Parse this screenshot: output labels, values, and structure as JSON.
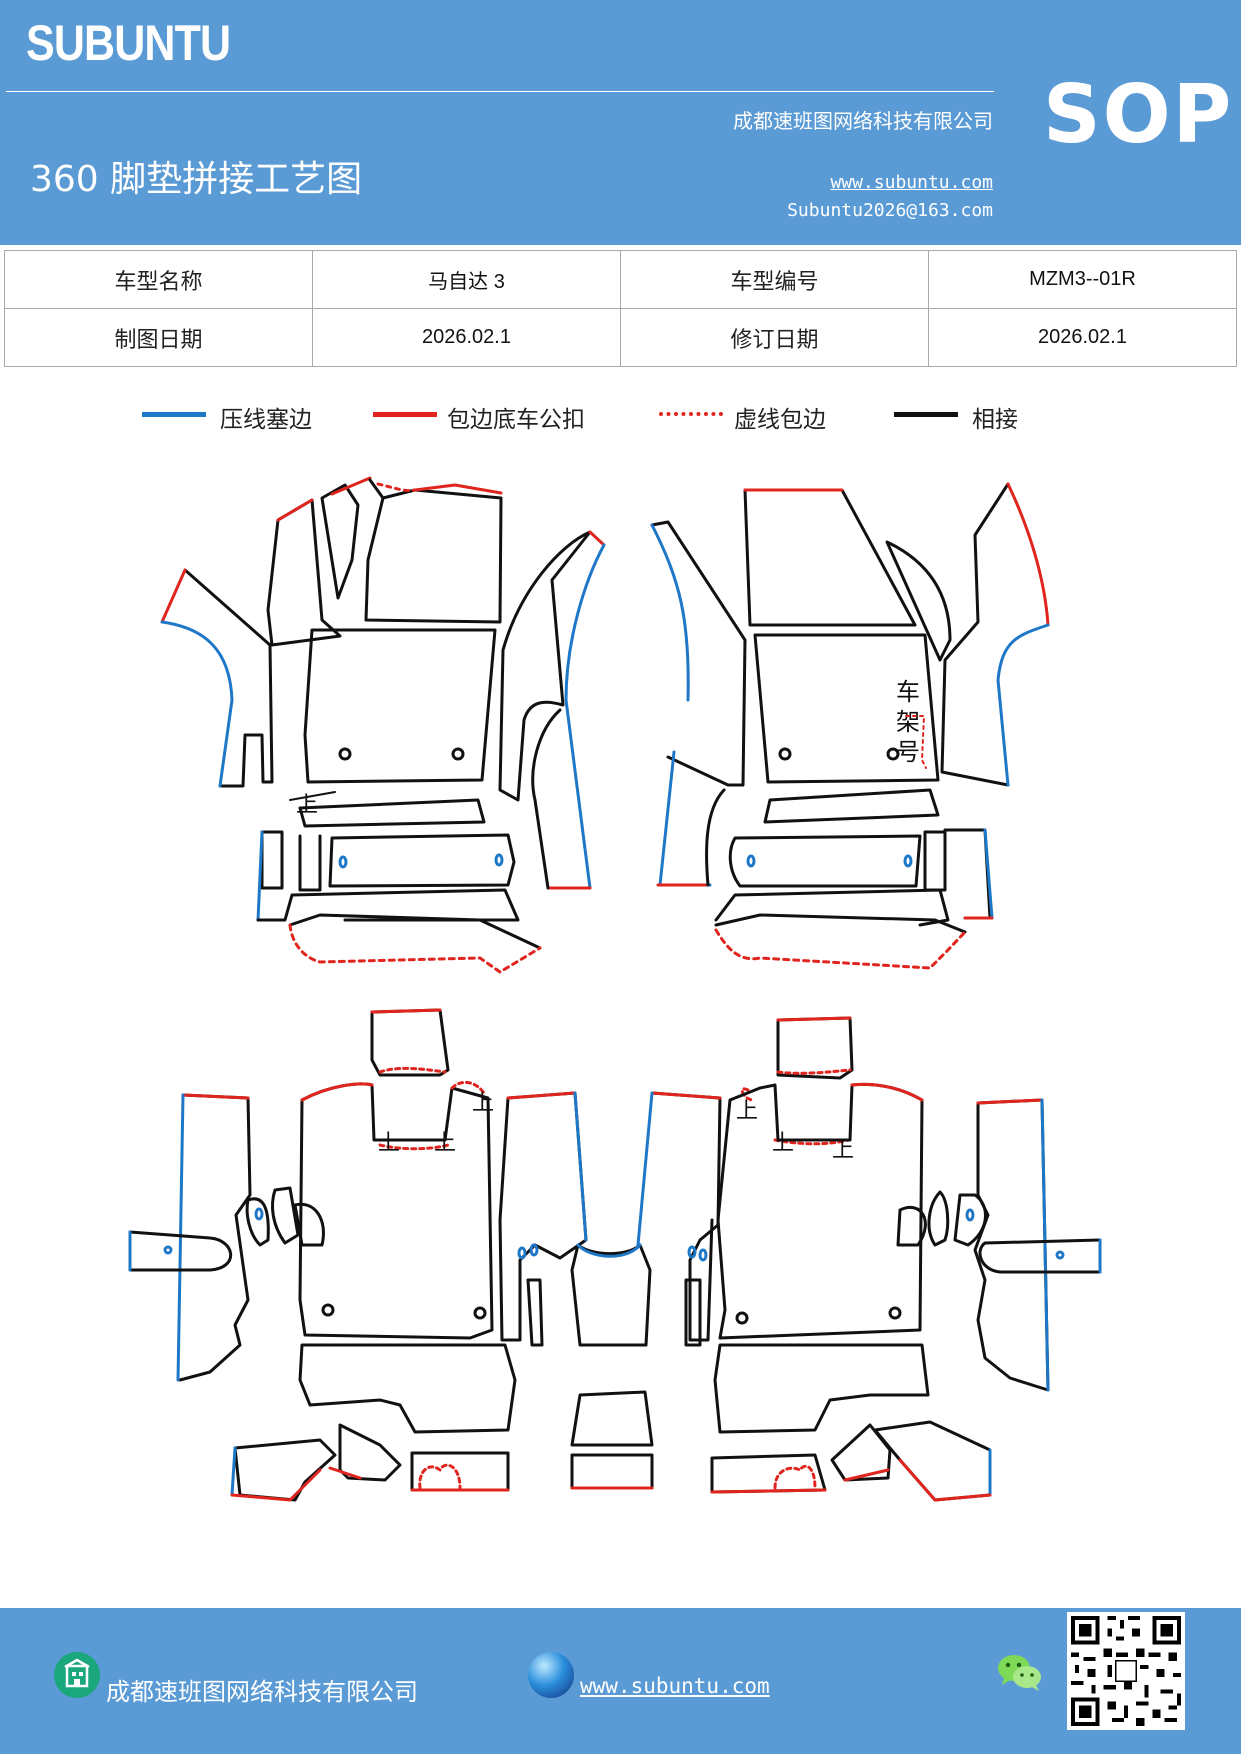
{
  "header": {
    "brand": "SUBUNTU",
    "doc_type": "SOP",
    "company": "成都速班图网络科技有限公司",
    "website": "www.subuntu.com",
    "email": "Subuntu2026@163.com",
    "title": "360 脚垫拼接工艺图"
  },
  "info": {
    "model_name_label": "车型名称",
    "model_name_value": "马自达 3",
    "model_code_label": "车型编号",
    "model_code_value": "MZM3--01R",
    "draw_date_label": "制图日期",
    "draw_date_value": "2026.02.1",
    "revise_date_label": "修订日期",
    "revise_date_value": "2026.02.1"
  },
  "legend": [
    {
      "label": "压线塞边",
      "color": "#1f77c8",
      "style": "solid"
    },
    {
      "label": "包边底车公扣",
      "color": "#e0251f",
      "style": "solid"
    },
    {
      "label": "虚线包边",
      "color": "#e0251f",
      "style": "dotted"
    },
    {
      "label": "相接",
      "color": "#111111",
      "style": "solid"
    }
  ],
  "diagram": {
    "frame_label_chars": [
      "车",
      "架",
      "号"
    ],
    "up_mark": "上"
  },
  "footer": {
    "company": "成都速班图网络科技有限公司",
    "website": "www.subuntu.com",
    "icons": [
      "company-icon",
      "globe-icon",
      "wechat-icon",
      "qr-code"
    ]
  },
  "colors": {
    "header_bg": "#5b9bd5",
    "blue_edge": "#1f77c8",
    "red_edge": "#e0251f",
    "black_edge": "#111111"
  }
}
